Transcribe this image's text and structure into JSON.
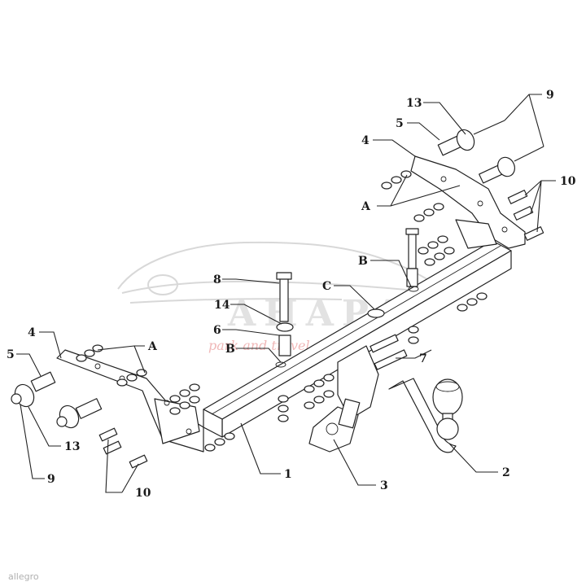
{
  "diagram": {
    "labels": {
      "l1": "1",
      "l2": "2",
      "l3": "3",
      "l4a": "4",
      "l4b": "4",
      "l5a": "5",
      "l5b": "5",
      "l6": "6",
      "l7": "7",
      "l8": "8",
      "l9a": "9",
      "l9b": "9",
      "l10a": "10",
      "l10b": "10",
      "l13a": "13",
      "l13b": "13",
      "l14": "14",
      "lAa": "A",
      "lAb": "A",
      "lBa": "B",
      "lBb": "B",
      "lC": "C"
    }
  },
  "watermark": {
    "brand": "AHAPA",
    "tagline": "park and travel"
  },
  "corner_mark": "allegro"
}
